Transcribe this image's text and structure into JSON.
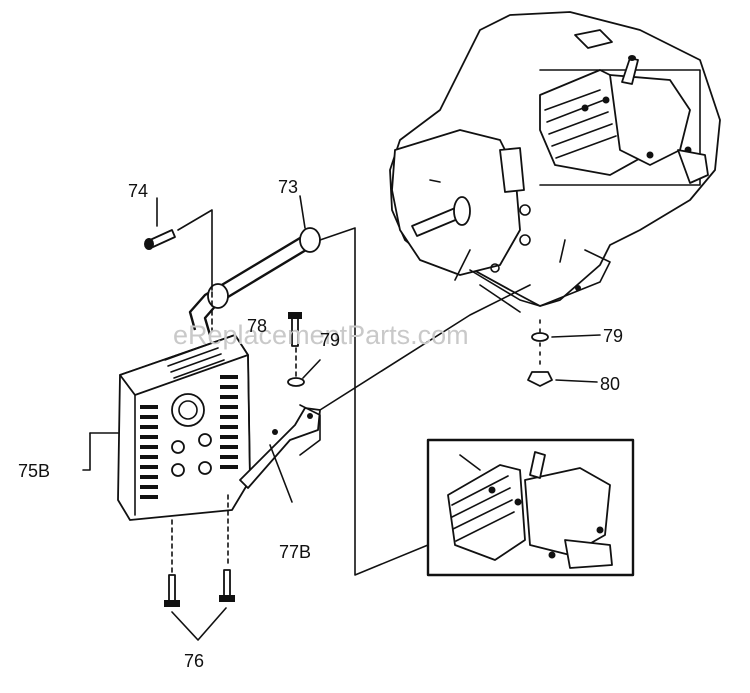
{
  "watermark": "eReplacementParts.com",
  "callouts": {
    "c73": "73",
    "c74": "74",
    "c75b": "75B",
    "c76": "76",
    "c77b": "77B",
    "c78": "78",
    "c79a": "79",
    "c79b": "79",
    "c80": "80"
  }
}
